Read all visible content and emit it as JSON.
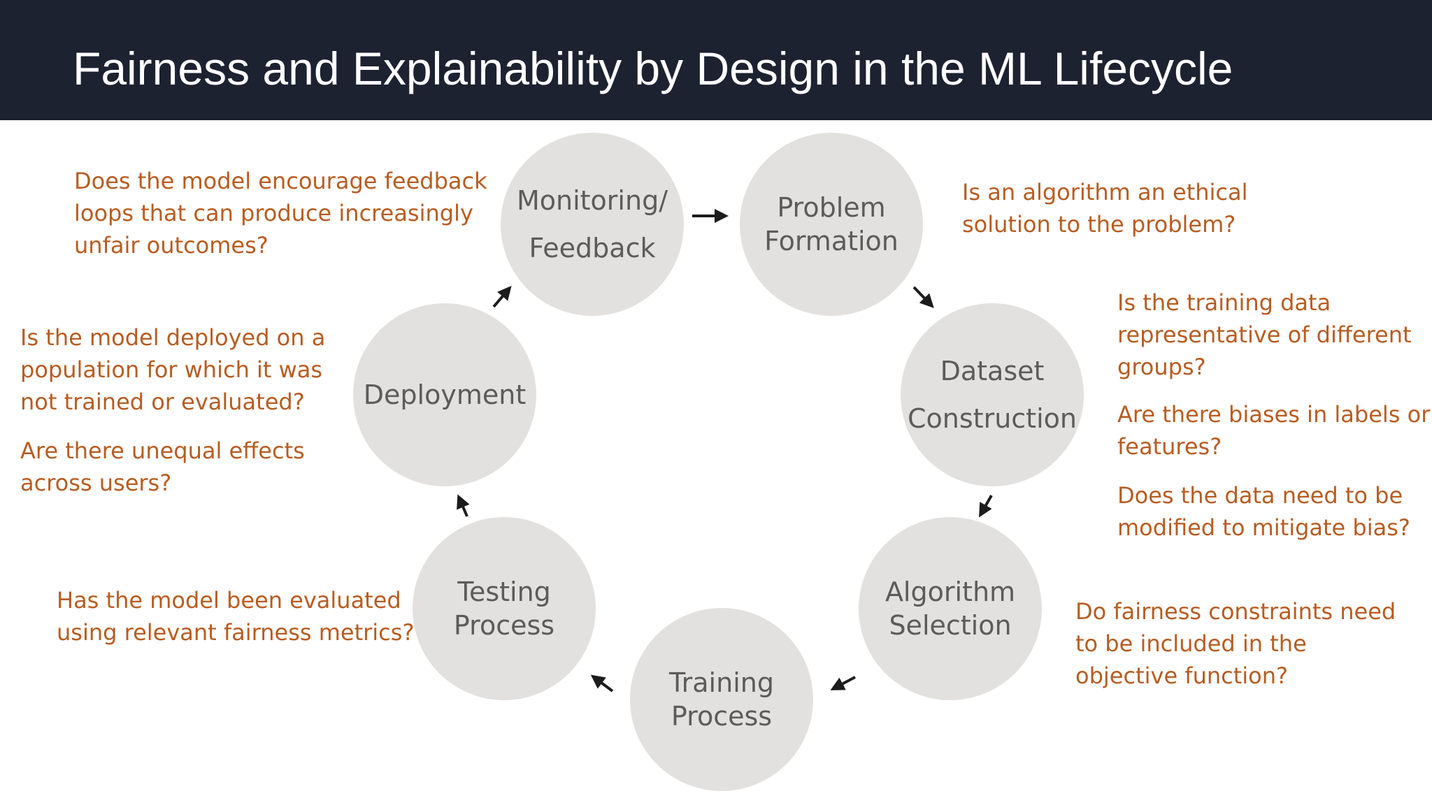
{
  "title": "Fairness and Explainability by Design in the ML Lifecycle",
  "stages": [
    {
      "line1": "Monitoring/",
      "line2": "Feedback"
    },
    {
      "line1": "Problem",
      "line2": "Formation"
    },
    {
      "line1": "Dataset",
      "line2": "Construction"
    },
    {
      "line1": "Algorithm",
      "line2": "Selection"
    },
    {
      "line1": "Training",
      "line2": "Process"
    },
    {
      "line1": "Testing",
      "line2": "Process"
    },
    {
      "line1": "Deployment",
      "line2": ""
    }
  ],
  "questions": {
    "monitoring": [
      "Does the model encourage feedback",
      "loops that can produce increasingly",
      "unfair outcomes?"
    ],
    "problem": [
      "Is an algorithm an ethical",
      "solution to the problem?"
    ],
    "dataset": [
      [
        "Is the training data",
        "representative of different",
        "groups?"
      ],
      [
        "Are there biases in labels or",
        "features?"
      ],
      [
        "Does the data need to be",
        "modified to mitigate bias?"
      ]
    ],
    "algorithm": [
      "Do fairness constraints need",
      "to be included in the",
      "objective function?"
    ],
    "testing": [
      "Has the model been evaluated",
      "using relevant fairness metrics?"
    ],
    "deployment": [
      [
        "Is the model deployed on a",
        "population for which it was",
        "not trained or evaluated?"
      ],
      [
        "Are there unequal effects",
        "across users?"
      ]
    ]
  },
  "colors": {
    "header_bg": "#1c2230",
    "circle_fill": "#e3e1df",
    "stage_text": "#5b5b5b",
    "question_text": "#b85c21",
    "arrow": "#1c1c1c"
  }
}
